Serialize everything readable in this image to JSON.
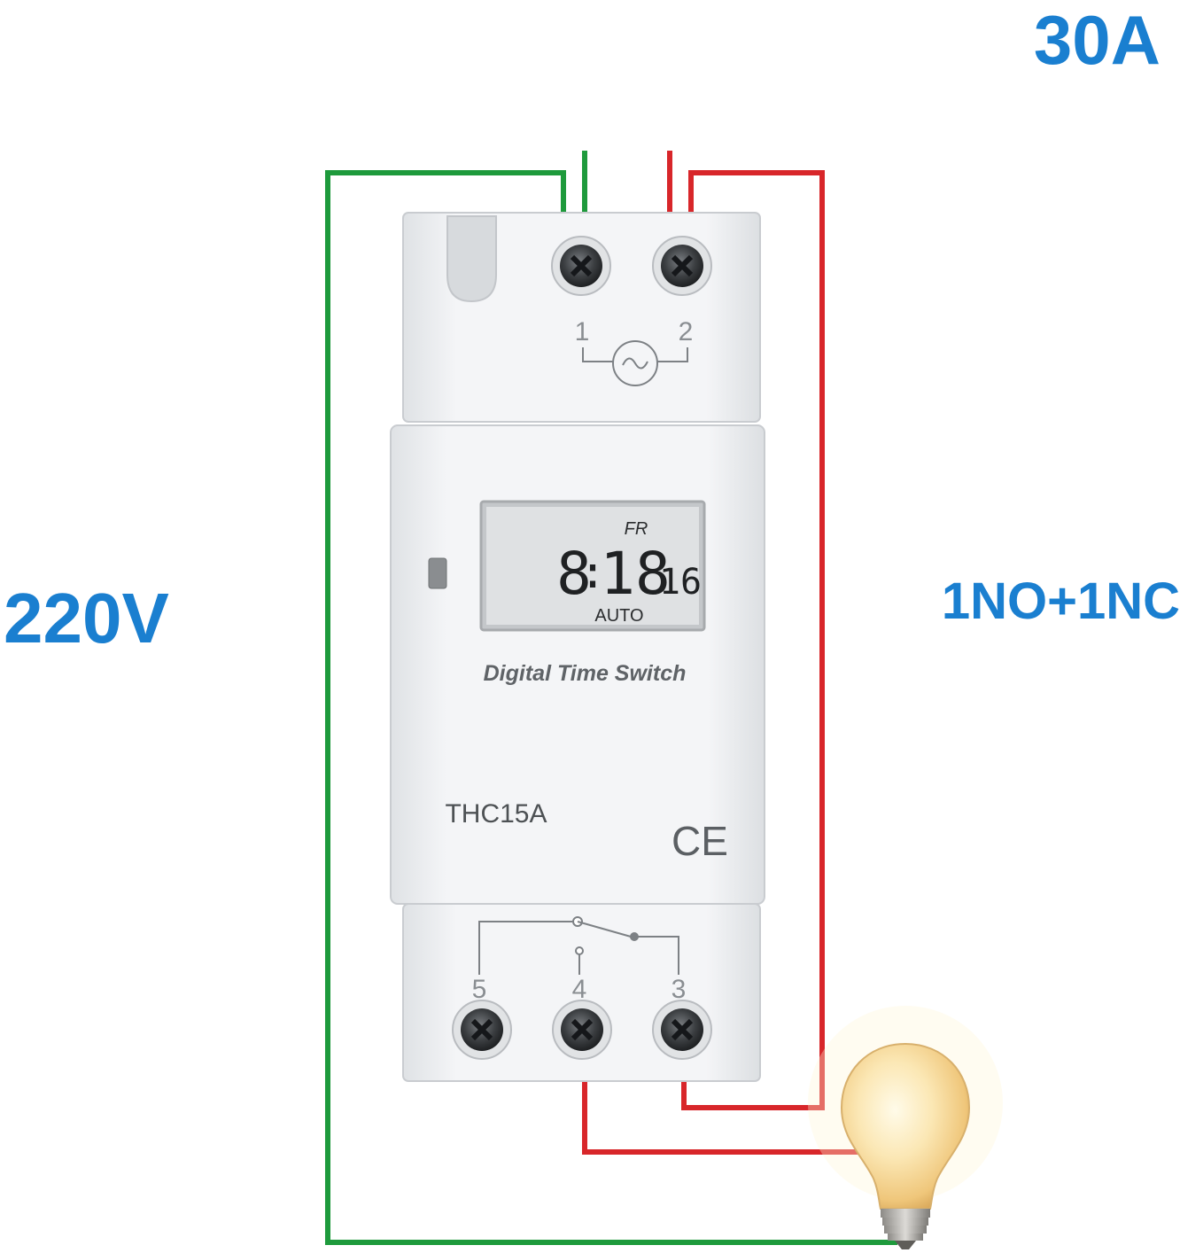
{
  "specs": {
    "current": "30A",
    "voltage": "220V",
    "contacts": "1NO+1NC"
  },
  "device": {
    "lcd": {
      "day": "FR",
      "hours": "8",
      "minutes": "18",
      "seconds": "16",
      "mode": "AUTO"
    },
    "product_name": "Digital Time Switch",
    "model": "THC15A",
    "certification_mark": "CE",
    "top_terminals": [
      "1",
      "2"
    ],
    "bottom_terminals": [
      "5",
      "4",
      "3"
    ]
  },
  "colors": {
    "spec_text": "#1a7fd0",
    "live_wire": "#d8262a",
    "neutral_wire": "#1e9a3c",
    "housing": "#eef0f2"
  },
  "icons": [
    "ac-supply-symbol",
    "relay-switch-symbol",
    "light-bulb-icon",
    "screw-terminal-icon"
  ]
}
